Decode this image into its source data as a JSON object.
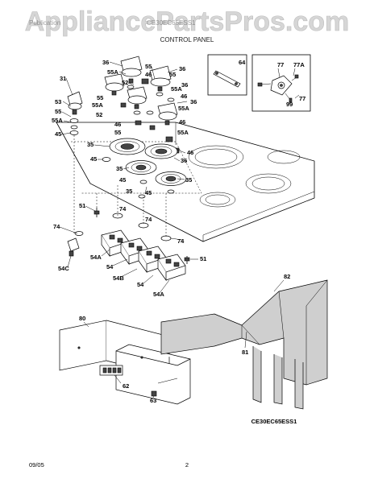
{
  "watermark": "AppliancePartsPros.com",
  "header": {
    "ghost_left": "Publication",
    "ghost_mid": "CE30EC65ESS1",
    "section_title": "CONTROL PANEL"
  },
  "callouts": {
    "c64": "64",
    "c77": "77",
    "c77A": "77A",
    "c99": "99",
    "c77b": "77",
    "c36a": "36",
    "c55Aa": "55A",
    "c55a": "55",
    "c46a": "46",
    "c52a": "52",
    "c36b": "36",
    "c55b": "55",
    "c55Ab": "55A",
    "c36c": "36",
    "c46b": "46",
    "c31": "31",
    "c55c": "55",
    "c55Ac": "55A",
    "c55Ad": "55A",
    "c52b": "52",
    "c53": "53",
    "c55d": "55",
    "c55Ae": "55A",
    "c46c": "46",
    "c36d": "36",
    "c55e": "55",
    "c45a": "45",
    "c46d": "46",
    "c55Af": "55A",
    "c35a": "35",
    "c46e": "46",
    "c45b": "45",
    "c35b": "35",
    "c36e": "36",
    "c35c": "35",
    "c45c": "45",
    "c45d": "45",
    "c35d": "35",
    "c51a": "51",
    "c74a": "74",
    "c74b": "74",
    "c74c": "74",
    "c74d": "74",
    "c54Aa": "54A",
    "c54a": "54",
    "c54C": "54C",
    "c54B": "54B",
    "c54b": "54",
    "c54Ab": "54A",
    "c51b": "51",
    "c82": "82",
    "c80": "80",
    "c81": "81",
    "c62": "62",
    "c63": "63"
  },
  "model_code": "CE30EC65ESS1",
  "footer": {
    "date": "09/05",
    "page": "2"
  }
}
